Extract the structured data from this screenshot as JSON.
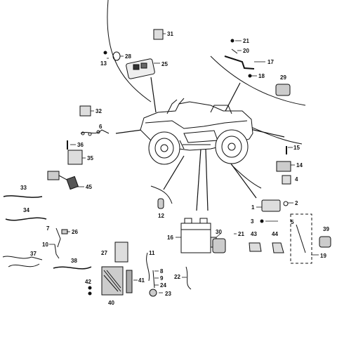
{
  "colors": {
    "line": "#111111",
    "part_fill": "#d9d9d9",
    "dark": "#333333",
    "background": "#ffffff"
  },
  "labels": {
    "l1": "1",
    "l2": "2",
    "l3": "3",
    "l4": "4",
    "l5": "5",
    "l6": "6",
    "l7": "7",
    "l8": "8",
    "l9": "9",
    "l10": "10",
    "l11": "11",
    "l12": "12",
    "l13": "13",
    "l14": "14",
    "l15": "15",
    "l16": "16",
    "l17": "17",
    "l18": "18",
    "l19": "19",
    "l20": "20",
    "l21a": "21",
    "l21b": "21",
    "l22": "22",
    "l23": "23",
    "l24": "24",
    "l25": "25",
    "l26": "26",
    "l27": "27",
    "l28": "28",
    "l29": "29",
    "l30": "30",
    "l31": "31",
    "l32": "32",
    "l33": "33",
    "l34": "34",
    "l35": "35",
    "l36": "36",
    "l37": "37",
    "l38": "38",
    "l39": "39",
    "l40": "40",
    "l41": "41",
    "l42": "42",
    "l43": "43",
    "l44": "44",
    "l45": "45"
  }
}
